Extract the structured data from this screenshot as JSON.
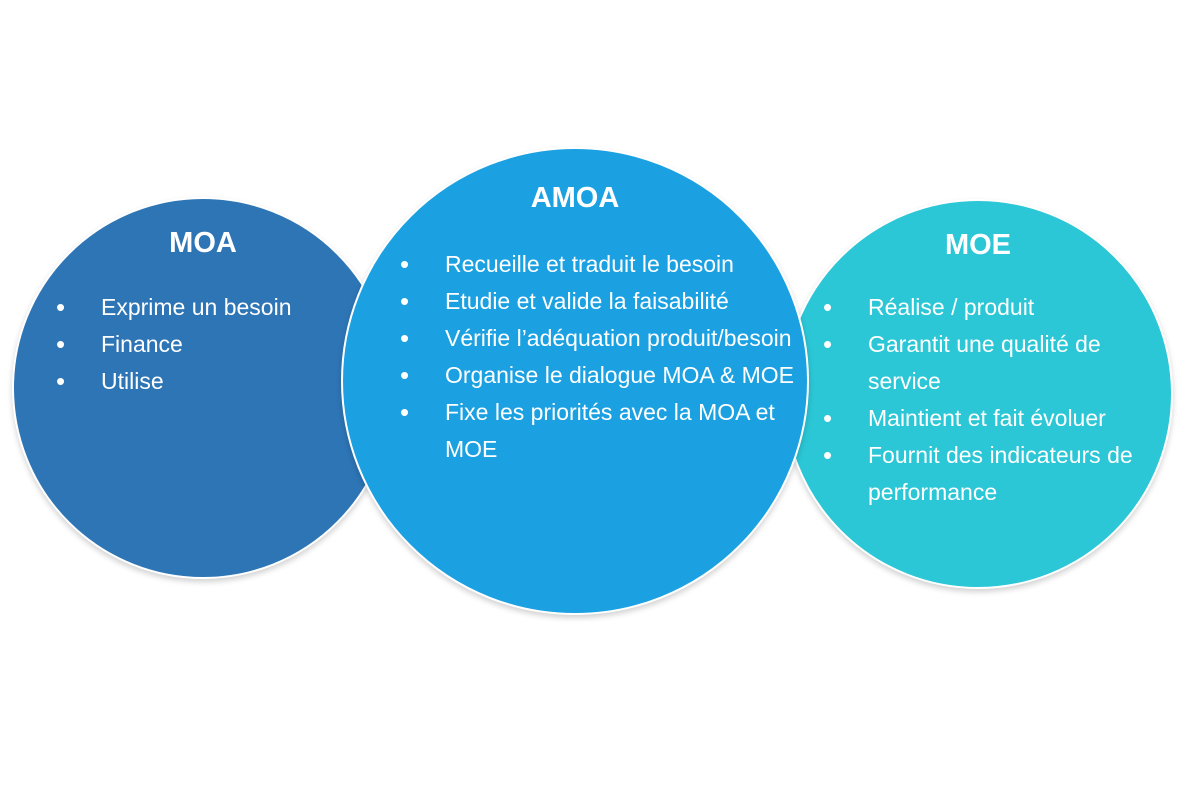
{
  "colors": {
    "moa": "#2E75B6",
    "amoa": "#1BA1E2",
    "moe": "#2BC7D6",
    "text": "#ffffff",
    "background": "#ffffff"
  },
  "moa": {
    "title": "MOA",
    "items": [
      "Exprime un besoin",
      "Finance",
      "Utilise"
    ]
  },
  "amoa": {
    "title": "AMOA",
    "items": [
      "Recueille et traduit le besoin",
      "Etudie et valide la faisabilité",
      "Vérifie l’adéquation produit/besoin",
      "Organise le dialogue MOA & MOE",
      "Fixe les priorités avec la MOA et MOE"
    ]
  },
  "moe": {
    "title": "MOE",
    "items": [
      "Réalise / produit",
      "Garantit une qualité de service",
      "Maintient et fait évoluer",
      "Fournit des indicateurs de performance"
    ]
  }
}
